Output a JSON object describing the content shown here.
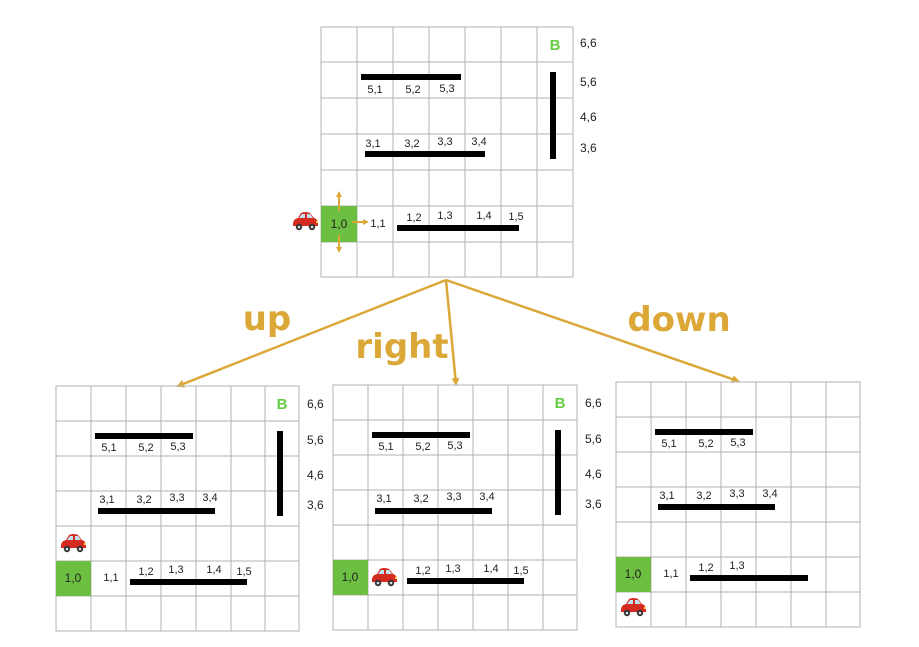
{
  "main_grid": {
    "goal": "B",
    "side_labels": [
      "6,6",
      "5,6",
      "4,6",
      "3,6"
    ],
    "row5_labels": [
      "5,1",
      "5,2",
      "5,3"
    ],
    "row3_labels": [
      "3,1",
      "3,2",
      "3,3",
      "3,4"
    ],
    "start_label": "1,0",
    "neighbor_label": "1,1",
    "row1_labels": [
      "1,2",
      "1,3",
      "1,4",
      "1,5"
    ]
  },
  "actions": {
    "up": "up",
    "right": "right",
    "down": "down"
  },
  "up_grid": {
    "goal": "B",
    "side_labels": [
      "6,6",
      "5,6",
      "4,6",
      "3,6"
    ],
    "row5_labels": [
      "5,1",
      "5,2",
      "5,3"
    ],
    "row3_labels": [
      "3,1",
      "3,2",
      "3,3",
      "3,4"
    ],
    "start_label": "1,0",
    "neighbor_label": "1,1",
    "row1_labels": [
      "1,2",
      "1,3",
      "1,4",
      "1,5"
    ]
  },
  "right_grid": {
    "goal": "B",
    "side_labels": [
      "6,6",
      "5,6",
      "4,6",
      "3,6"
    ],
    "row5_labels": [
      "5,1",
      "5,2",
      "5,3"
    ],
    "row3_labels": [
      "3,1",
      "3,2",
      "3,3",
      "3,4"
    ],
    "start_label": "1,0",
    "row1_labels": [
      "1,2",
      "1,3",
      "1,4",
      "1,5"
    ]
  },
  "down_grid": {
    "row5_labels": [
      "5,1",
      "5,2",
      "5,3"
    ],
    "row3_labels": [
      "3,1",
      "3,2",
      "3,3",
      "3,4"
    ],
    "start_label": "1,0",
    "neighbor_label": "1,1",
    "row1_labels": [
      "1,2",
      "1,3"
    ]
  },
  "colors": {
    "grid_line": "#b3b3b3",
    "wall": "#000000",
    "start_cell": "#6cbf40",
    "goal_text": "#66cc44",
    "arrow": "#dba838",
    "car_body": "#d42a20"
  },
  "icons": [
    "car-icon",
    "direction-arrows-icon"
  ]
}
